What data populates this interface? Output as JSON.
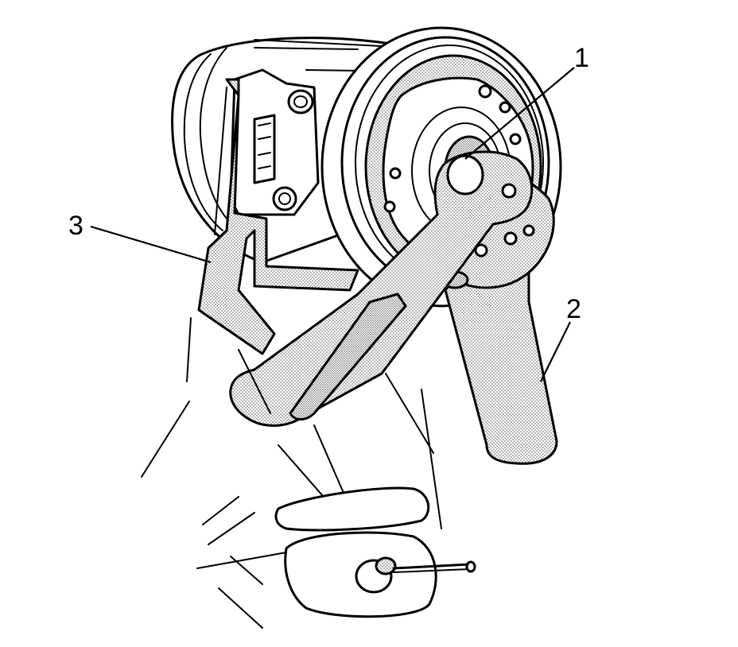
{
  "callouts": [
    {
      "id": "callout-1",
      "label": "1"
    },
    {
      "id": "callout-2",
      "label": "2"
    },
    {
      "id": "callout-3",
      "label": "3"
    }
  ],
  "colors": {
    "ink": "#000000",
    "background": "#ffffff",
    "stipple": "#7a7a7a"
  }
}
